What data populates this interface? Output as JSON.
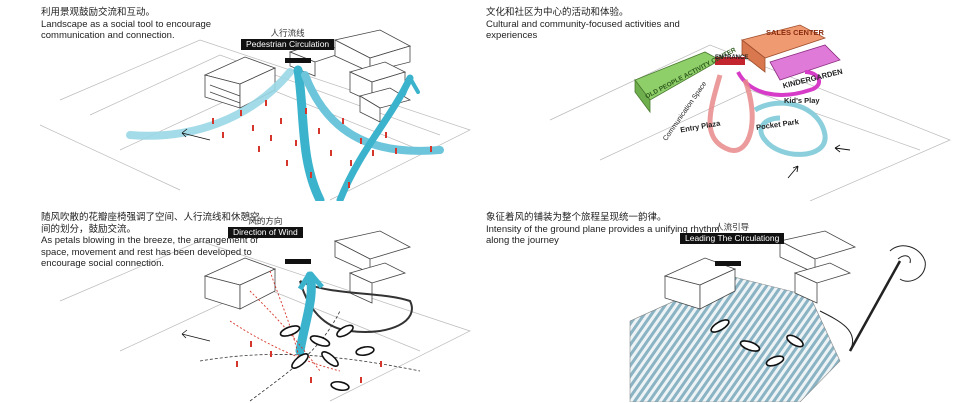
{
  "panels": [
    {
      "cn": "利用景观鼓励交流和互动。",
      "en": "Landscape as a social tool to encourage communication and connection.",
      "tag_cn": "人行流线",
      "tag_en": "Pedestrian Circulation"
    },
    {
      "cn": "文化和社区为中心的活动和体验。",
      "en": "Cultural and community-focused activities and experiences",
      "labels": {
        "sales_center": "SALES CENTER",
        "old_people": "OLD PEOPLE ACTIVITY CENTER",
        "kindergarden": "KINDERGARDEN",
        "kids_play": "Kid's Play",
        "entry_plaza": "Entry Plaza",
        "pocket_park": "Pocket Park",
        "communication_space": "Communication Space",
        "entrance": "ENTRANCE"
      }
    },
    {
      "cn": "随风吹散的花瓣座椅强调了空间、人行流线和休憩空间的划分，鼓励交流。",
      "en": "As petals blowing in the breeze, the arrangement of space, movement and rest has been developed to encourage social connection.",
      "tag_cn": "风的方向",
      "tag_en": "Direction of Wind"
    },
    {
      "cn": "象征着风的铺装为整个旅程呈现统一韵律。",
      "en": "Intensity of the ground plane provides a unifying rhythm along the journey",
      "tag_cn": "人流引导",
      "tag_en": "Leading The Circulationg"
    }
  ],
  "colors": {
    "flow": "#3bb3cc",
    "people": "#d6352b",
    "sales": "#f09a72",
    "old_people": "#8fcf6a",
    "kindergarden": "#e07ad8",
    "kids_play": "#d63cc8",
    "entrance": "#c3252e"
  }
}
